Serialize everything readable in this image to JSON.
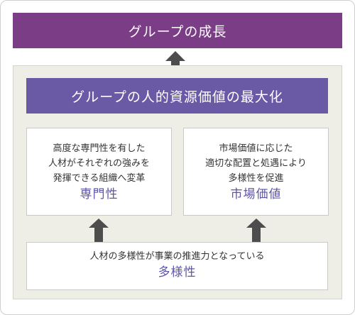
{
  "top": {
    "title": "グループの成長"
  },
  "middle": {
    "title": "グループの人的資源価値の最大化"
  },
  "cards": [
    {
      "lines": [
        "高度な専門性を有した",
        "人材がそれぞれの強みを",
        "発揮できる組織へ変革"
      ],
      "title": "専門性"
    },
    {
      "lines": [
        "市場価値に応じた",
        "適切な配置と処遇により",
        "多様性を促進"
      ],
      "title": "市場価値"
    }
  ],
  "bottom": {
    "lines": [
      "人材の多様性が事業の推進力となっている"
    ],
    "title": "多様性"
  },
  "colors": {
    "top": "#7b3e86",
    "middle": "#6a5aa5",
    "accent_text": "#5d55a8",
    "panel": "#efeee6",
    "arrow": "#4d4d4d"
  },
  "icons": [
    "arrow-up-icon"
  ]
}
